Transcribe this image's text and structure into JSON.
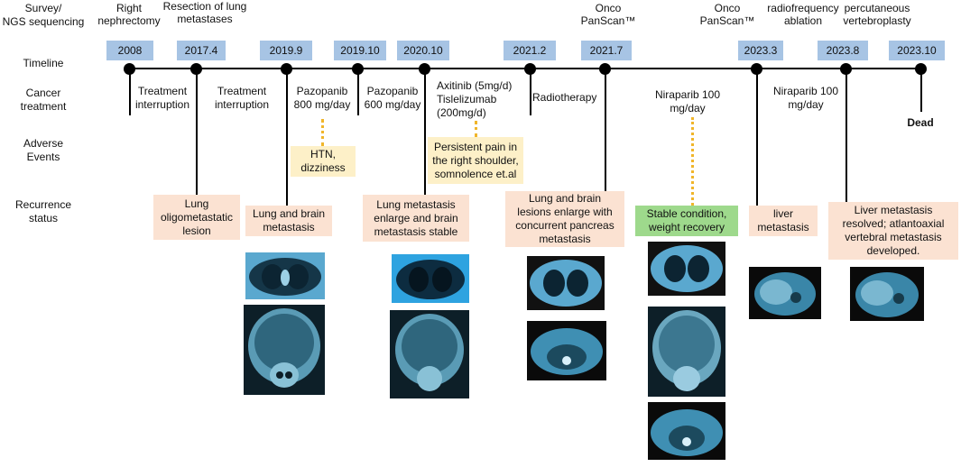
{
  "row_labels": {
    "survey": "Survey/\nNGS sequencing",
    "timeline": "Timeline",
    "treatment": "Cancer\ntreatment",
    "adverse": "Adverse\nEvents",
    "recurrence": "Recurrence\nstatus"
  },
  "surveys": [
    "Right\nnephrectomy",
    "Resection of lung\nmetastases",
    "Onco\nPanScan™",
    "Onco\nPanScan™",
    "radiofrequency\nablation",
    "percutaneous\nvertebroplasty"
  ],
  "dates": [
    "2008",
    "2017.4",
    "2019.9",
    "2019.10",
    "2020.10",
    "2021.2",
    "2021.7",
    "2023.3",
    "2023.8",
    "2023.10"
  ],
  "treatments": [
    "Treatment\ninterruption",
    "Treatment\ninterruption",
    "Pazopanib\n800 mg/day",
    "Pazopanib\n600 mg/day",
    "Axitinib (5mg/d)\nTislelizumab\n(200mg/d)",
    "Radiotherapy",
    "Niraparib 100\nmg/day",
    "Niraparib 100\nmg/day",
    "Dead"
  ],
  "adverse_events": [
    "HTN,\ndizziness",
    "Persistent pain in\nthe right shoulder,\nsomnolence et.al"
  ],
  "recurrence": [
    "Lung\noligometastatic\nlesion",
    "Lung and brain\nmetastasis",
    "Lung metastasis\nenlarge and brain\nmetastasis stable",
    "Lung and brain\nlesions enlarge with\nconcurrent pancreas\nmetastasis",
    "Stable condition,\nweight recovery",
    "liver\nmetastasis",
    "Liver metastasis\nresolved; atlantoaxial\nvertebral metastasis\ndeveloped."
  ],
  "colors": {
    "date_box": "#a7c4e4",
    "adverse_box": "#fdf0c8",
    "recurrence_box": "#fbe2d2",
    "stable_box": "#9ed98c",
    "dotted_connector": "#f0b52a"
  }
}
